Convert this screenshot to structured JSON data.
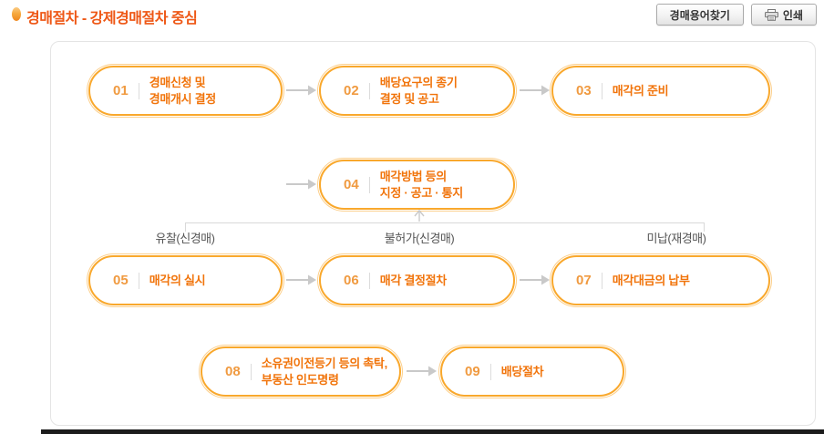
{
  "header": {
    "title": "경매절차 - 강제경매절차 중심",
    "term_search_button": "경매용어찾기",
    "print_button": "인쇄"
  },
  "flow": {
    "steps": [
      {
        "num": "01",
        "label": "경매신청 및\n경매개시 결정"
      },
      {
        "num": "02",
        "label": "배당요구의 종기\n결정 및 공고"
      },
      {
        "num": "03",
        "label": "매각의 준비"
      },
      {
        "num": "04",
        "label": "매각방법 등의\n지정 · 공고 · 통지"
      },
      {
        "num": "05",
        "label": "매각의 실시"
      },
      {
        "num": "06",
        "label": "매각 결정절차"
      },
      {
        "num": "07",
        "label": "매각대금의 납부"
      },
      {
        "num": "08",
        "label": "소유권이전등기 등의 촉탁,\n부동산 인도명령"
      },
      {
        "num": "09",
        "label": "배당절차"
      }
    ],
    "branch_labels": [
      "유찰(신경매)",
      "불허가(신경매)",
      "미납(재경매)"
    ]
  },
  "colors": {
    "box_border_orange": "#F9A82C",
    "step_text_orange": "#F1740B",
    "step_number_orange": "#F09A40",
    "title_orange_red": "#EE5715",
    "arrow_gray": "#C9C9C9",
    "connector_gray": "#D9D9D9",
    "branch_label_gray": "#555555"
  }
}
